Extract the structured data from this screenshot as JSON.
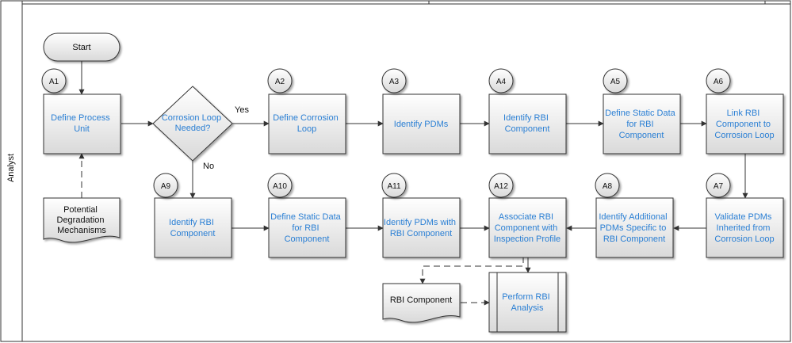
{
  "lane": {
    "label": "Analyst"
  },
  "start": {
    "label": "Start"
  },
  "decision": {
    "line1": "Corrosion Loop",
    "line2": "Needed?",
    "yes": "Yes",
    "no": "No"
  },
  "steps": {
    "a1": {
      "id": "A1",
      "line1": "Define Process",
      "line2": "Unit"
    },
    "a2": {
      "id": "A2",
      "line1": "Define Corrosion",
      "line2": "Loop"
    },
    "a3": {
      "id": "A3",
      "line1": "Identify PDMs"
    },
    "a4": {
      "id": "A4",
      "line1": "Identify RBI",
      "line2": "Component"
    },
    "a5": {
      "id": "A5",
      "line1": "Define Static Data",
      "line2": "for RBI",
      "line3": "Component"
    },
    "a6": {
      "id": "A6",
      "line1": "Link RBI",
      "line2": "Component to",
      "line3": "Corrosion Loop"
    },
    "a7": {
      "id": "A7",
      "line1": "Validate PDMs",
      "line2": "Inherited from",
      "line3": "Corrosion Loop"
    },
    "a8": {
      "id": "A8",
      "line1": "Identify Additional",
      "line2": "PDMs Specific to",
      "line3": "RBI Component"
    },
    "a9": {
      "id": "A9",
      "line1": "Identify RBI",
      "line2": "Component"
    },
    "a10": {
      "id": "A10",
      "line1": "Define Static Data",
      "line2": "for RBI",
      "line3": "Component"
    },
    "a11": {
      "id": "A11",
      "line1": "Identify PDMs with",
      "line2": "RBI Component"
    },
    "a12": {
      "id": "A12",
      "line1": "Associate RBI",
      "line2": "Component with",
      "line3": "Inspection Profile"
    }
  },
  "documents": {
    "pdm": {
      "line1": "Potential",
      "line2": "Degradation",
      "line3": "Mechanisms"
    },
    "rbi": {
      "line1": "RBI Component"
    }
  },
  "subprocess": {
    "line1": "Perform RBI",
    "line2": "Analysis"
  }
}
